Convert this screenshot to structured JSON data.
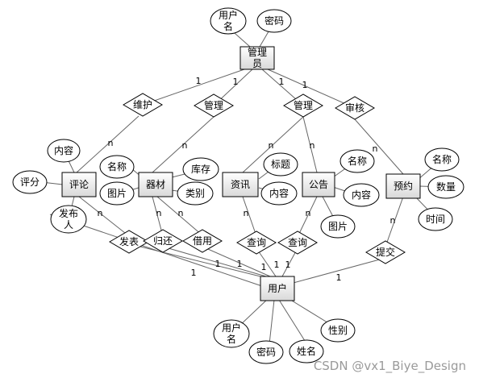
{
  "entities": {
    "admin": "管理员",
    "comment": "评论",
    "equipment": "器材",
    "news": "资讯",
    "notice": "公告",
    "booking": "预约",
    "user": "用户"
  },
  "relationships": {
    "maintain": "维护",
    "manage_equipment": "管理",
    "manage_news": "管理",
    "review": "审核",
    "publish": "发表",
    "return": "归还",
    "borrow": "借用",
    "query_news": "查询",
    "query_notice": "查询",
    "submit": "提交"
  },
  "attributes": {
    "admin_username": "用户名",
    "admin_password": "密码",
    "comment_content": "内容",
    "comment_score": "评分",
    "comment_publisher": "发布人",
    "equipment_name": "名称",
    "equipment_picture": "图片",
    "equipment_stock": "库存",
    "equipment_category": "类别",
    "news_title": "标题",
    "news_content": "内容",
    "notice_name": "名称",
    "notice_content": "内容",
    "notice_picture": "图片",
    "booking_name": "名称",
    "booking_quantity": "数量",
    "booking_time": "时间",
    "user_username": "用户名",
    "user_password": "密码",
    "user_fullname": "姓名",
    "user_gender": "性别"
  },
  "cardinalities": {
    "one": "1",
    "many": "n"
  },
  "watermark": "CSDN @vx1_Biye_Design"
}
